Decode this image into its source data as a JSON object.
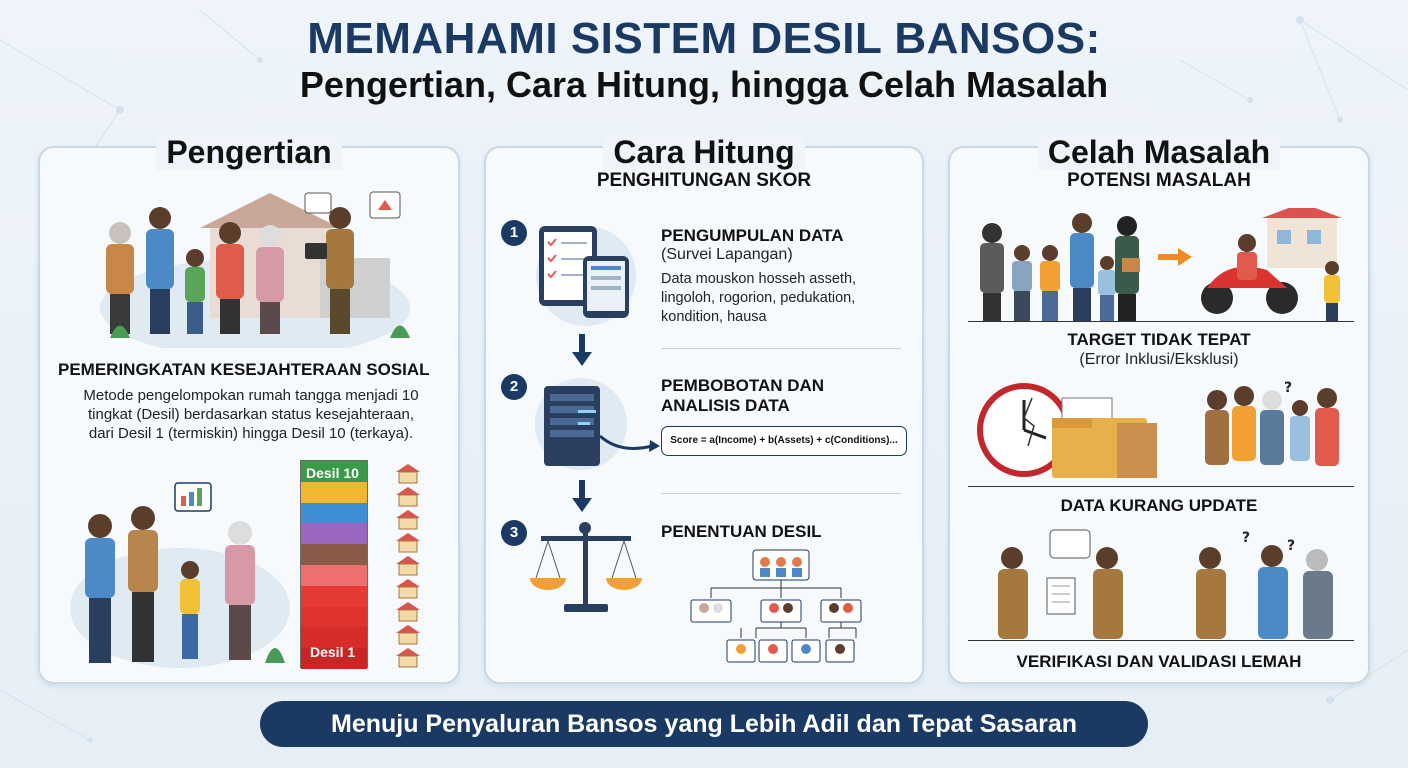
{
  "title": {
    "main": "MEMAHAMI SISTEM DESIL BANSOS:",
    "sub": "Pengertian, Cara Hitung, hingga Celah Masalah"
  },
  "pengertian": {
    "title": "Pengertian",
    "heading": "PEMERINGKATAN KESEJAHTERAAN SOSIAL",
    "description_lines": [
      "Metode pengelompokan rumah tangga menjadi 10",
      "tingkat (Desil) berdasarkan status kesejahteraan,",
      "dari Desil 1 (termiskin) hingga Desil 10 (terkaya)."
    ],
    "decile_top_label": "Desil 10",
    "decile_bottom_label": "Desil 1",
    "decile_colors": [
      "#3a9a48",
      "#f2b72f",
      "#3d8fd3",
      "#9b65c0",
      "#8a5a48",
      "#ee6f6f",
      "#e63a35",
      "#e0322e",
      "#d62c2a",
      "#c82625"
    ]
  },
  "cara_hitung": {
    "title": "Cara Hitung",
    "subtitle": "PENGHITUNGAN SKOR",
    "steps": [
      {
        "num": "1",
        "title": "PENGUMPULAN DATA",
        "subtitle": "(Survei Lapangan)",
        "lines": [
          "Data mouskon hosseh asseth,",
          "lingoloh, rogorion, pedukation,",
          "kondition, hausa"
        ]
      },
      {
        "num": "2",
        "title_lines": [
          "PEMBOBOTAN DAN",
          "ANALISIS DATA"
        ],
        "formula": "Score = a(Income) + b(Assets) + c(Conditions)..."
      },
      {
        "num": "3",
        "title": "PENENTUAN DESIL"
      }
    ]
  },
  "celah_masalah": {
    "title": "Celah Masalah",
    "subtitle": "POTENSI MASALAH",
    "items": [
      {
        "title": "TARGET TIDAK TEPAT",
        "subtitle": "(Error Inklusi/Eksklusi)"
      },
      {
        "title": "DATA KURANG UPDATE"
      },
      {
        "title": "VERIFIKASI DAN VALIDASI LEMAH"
      }
    ]
  },
  "banner": "Menuju Penyaluran Bansos yang Lebih Adil dan Tepat Sasaran",
  "colors": {
    "navy": "#1b3a63",
    "panel_bg": "#f7fafd",
    "panel_border": "#c9d9e8",
    "accent_orange": "#f08a24"
  }
}
